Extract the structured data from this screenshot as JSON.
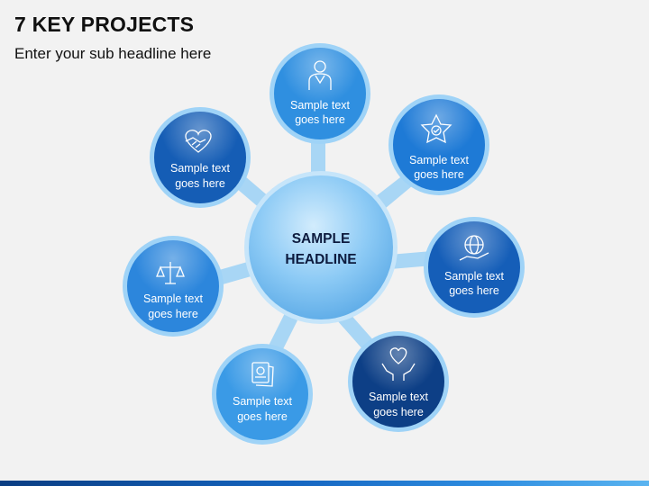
{
  "header": {
    "title": "7 KEY PROJECTS",
    "subtitle": "Enter your sub headline here"
  },
  "center": {
    "line1": "SAMPLE",
    "line2": "HEADLINE"
  },
  "nodes": [
    {
      "line1": "Sample text",
      "line2": "goes here",
      "icon": "person-icon",
      "color": "#2f8fe0"
    },
    {
      "line1": "Sample text",
      "line2": "goes here",
      "icon": "star-badge-icon",
      "color": "#1e7ad6"
    },
    {
      "line1": "Sample text",
      "line2": "goes here",
      "icon": "globe-hand-icon",
      "color": "#155eb8"
    },
    {
      "line1": "Sample text",
      "line2": "goes here",
      "icon": "heart-hands-icon",
      "color": "#0d3f86"
    },
    {
      "line1": "Sample text",
      "line2": "goes here",
      "icon": "documents-icon",
      "color": "#3a9ae6"
    },
    {
      "line1": "Sample text",
      "line2": "goes here",
      "icon": "scales-icon",
      "color": "#2c86dc"
    },
    {
      "line1": "Sample text",
      "line2": "goes here",
      "icon": "handshake-icon",
      "color": "#155db5"
    }
  ]
}
